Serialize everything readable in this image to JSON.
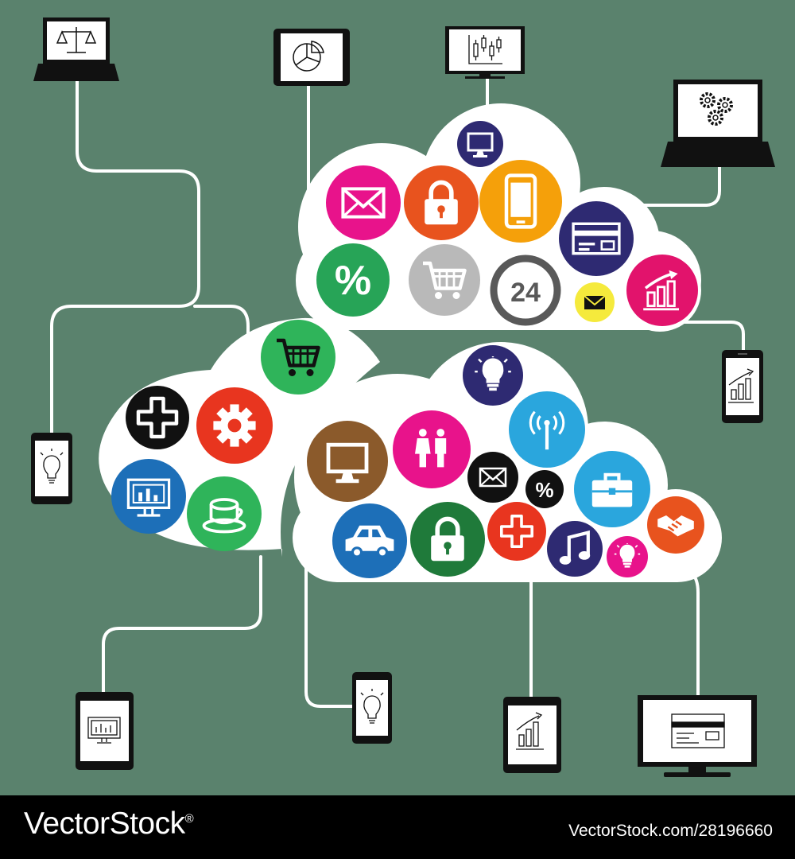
{
  "background_color": "#5a826d",
  "badge_text_24": "24",
  "badge_text_percent": "%",
  "footer": {
    "brand": "VectorStock",
    "registered_mark": "®",
    "credit": "VectorStock.com/28196660"
  },
  "colors": {
    "magenta": "#e8138b",
    "orange": "#e8531e",
    "amber": "#f5a00a",
    "navy": "#2e2a72",
    "green": "#27a457",
    "gray": "#b9b9b9",
    "yellow": "#f5ea3c",
    "pink": "#e2136c",
    "black": "#111111",
    "red": "#e8351f",
    "blue": "#1d6fb8",
    "teal_green": "#2fb45a",
    "brown": "#8b5a2b",
    "sky": "#2aa6dd",
    "dark_green": "#1f7a3a"
  },
  "cloud_icons": {
    "top_cloud": [
      "mail-icon",
      "lock-icon",
      "smartphone-icon",
      "monitor-icon",
      "credit-card-icon",
      "percent-icon",
      "shopping-cart-icon",
      "clock-24-icon",
      "mail-icon",
      "growth-chart-icon"
    ],
    "left_cloud": [
      "shopping-cart-icon",
      "medical-cross-icon",
      "gear-icon",
      "monitor-chart-icon",
      "coffee-cup-icon"
    ],
    "right_cloud": [
      "lightbulb-icon",
      "wifi-antenna-icon",
      "people-icon",
      "monitor-icon",
      "mail-icon",
      "percent-icon",
      "briefcase-icon",
      "car-icon",
      "lock-icon",
      "medical-cross-icon",
      "music-note-icon",
      "lightbulb-icon",
      "handshake-icon"
    ]
  },
  "devices": [
    "laptop-scales",
    "tablet-pie-chart",
    "monitor-candlestick-chart",
    "laptop-gears",
    "phone-growth-chart",
    "phone-lightbulb",
    "tablet-monitor-chart",
    "phone-lightbulb",
    "tablet-growth-chart",
    "monitor-credit-card"
  ]
}
